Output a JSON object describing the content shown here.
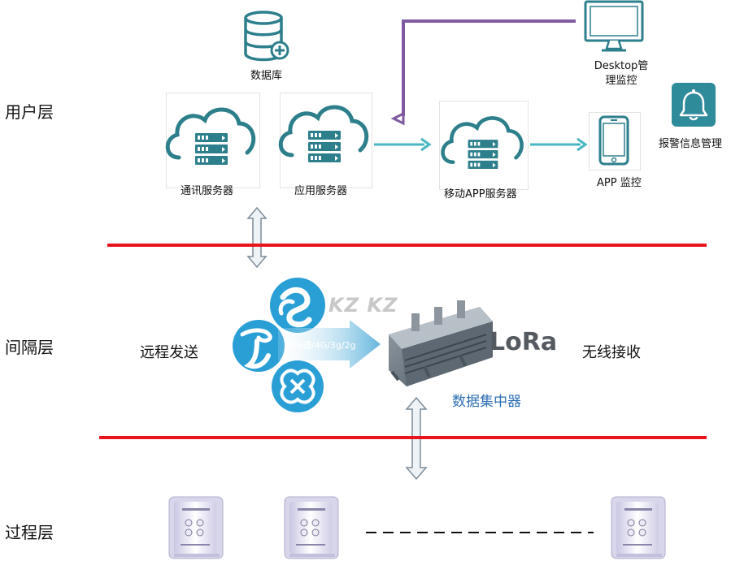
{
  "layers": {
    "user": "用户层",
    "interval": "间隔层",
    "process": "过程层"
  },
  "user_layer": {
    "database": "数据库",
    "comm_server": "通讯服务器",
    "app_server": "应用服务器",
    "mobile_app_server": "移动APP服务器",
    "desktop_line1": "Desktop管",
    "desktop_line2": "理监控",
    "app_monitor": "APP 监控",
    "alarm_mgmt": "报警信息管理"
  },
  "interval_layer": {
    "remote_send": "远程发送",
    "network_label": "全网通/4G/3g/2g",
    "watermark": "KZ KZ",
    "lora": "LoRa",
    "wireless_receive": "无线接收",
    "concentrator": "数据集中器"
  },
  "colors": {
    "divider": "#e8141a",
    "teal_arrow": "#49b7c3",
    "purple_line": "#7f5aa0",
    "icon_teal": "#2d7f8c",
    "concentrator_text": "#2d6fb5",
    "alarm_bg": "#2e8b9a",
    "telecom_blue": "#2a9fd6"
  }
}
